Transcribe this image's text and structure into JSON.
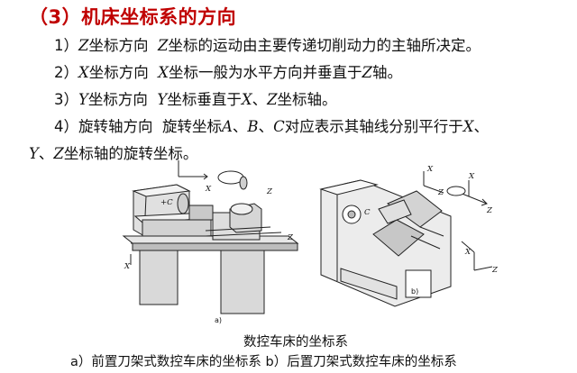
{
  "heading": "（3）机床坐标系的方向",
  "items": [
    {
      "num": "1）",
      "label_letter": "Z",
      "label_rest": "坐标方向",
      "body_letter": "Z",
      "body_rest": "坐标的运动由主要传递切削动力的主轴所决定。"
    },
    {
      "num": "2）",
      "label_letter": "X",
      "label_rest": "坐标方向",
      "body_letter": "X",
      "body_rest": "坐标一般为水平方向并垂直于",
      "body_tail_letter": "Z",
      "body_tail": "轴。"
    },
    {
      "num": "3）",
      "label_letter": "Y",
      "label_rest": "坐标方向",
      "body_letter": "Y",
      "body_rest": "坐标垂直于",
      "body_tail_letter": "X",
      "body_tail": "、",
      "body_tail_letter2": "Z",
      "body_tail2": "坐标轴。"
    }
  ],
  "item4": {
    "num": "4）",
    "label": "旋转轴方向",
    "body_a": "旋转坐标",
    "A": "A",
    "sep1": "、",
    "B": "B",
    "sep2": "、",
    "C": "C",
    "body_b": "对应表示其轴线分别平行于",
    "X": "X",
    "sep3": "、",
    "cont_Y": "Y",
    "cont_sep": "、",
    "cont_Z": "Z",
    "cont_rest": "坐标轴的旋转坐标。"
  },
  "figure": {
    "left_labels": {
      "x_top": "X",
      "z_top": "Z",
      "c": "+C",
      "x_bottom": "X",
      "z_bottom": "Z",
      "sub": "a)"
    },
    "right_labels": {
      "x_top": "X",
      "z_top": "Z",
      "c": "C",
      "x_bottom": "X",
      "z_bottom": "Z",
      "x_side": "X",
      "z_side": "Z",
      "sub": "b)"
    }
  },
  "caption_title": "数控车床的坐标系",
  "caption_sub": "a）前置刀架式数控车床的坐标系   b）后置刀架式数控车床的坐标系"
}
